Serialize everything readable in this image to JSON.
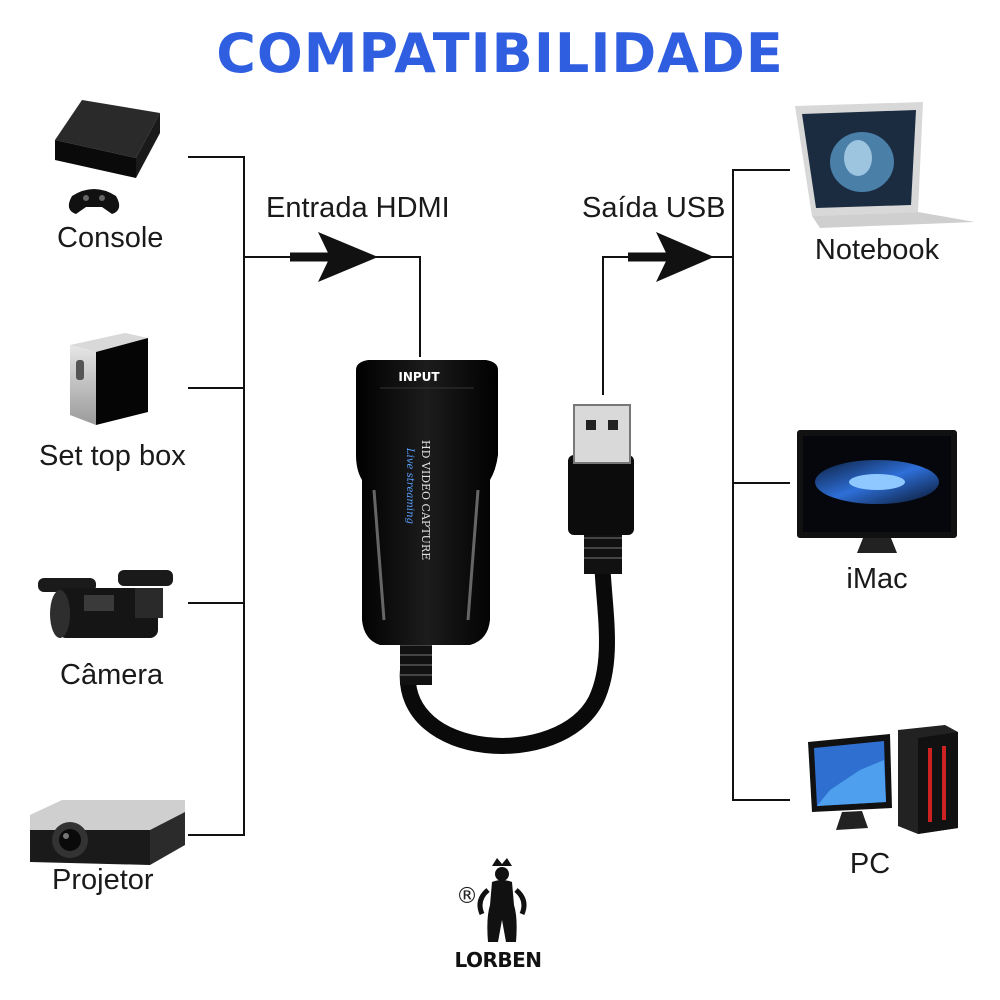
{
  "title": "COMPATIBILIDADE",
  "colors": {
    "title": "#2f5fe0",
    "line": "#111111",
    "adapter": "#0c0c0c"
  },
  "left_label": "Entrada HDMI",
  "right_label": "Saída USB",
  "inputs": [
    "Console",
    "Set top box",
    "Câmera",
    "Projetor"
  ],
  "outputs": [
    "Notebook",
    "iMac",
    "PC"
  ],
  "adapter": {
    "port_label": "INPUT",
    "printed_text": "HD VIDEO CAPTURE",
    "printed_subtext": "Live streaming"
  },
  "brand": {
    "name": "LORBEN",
    "registered": "®"
  }
}
